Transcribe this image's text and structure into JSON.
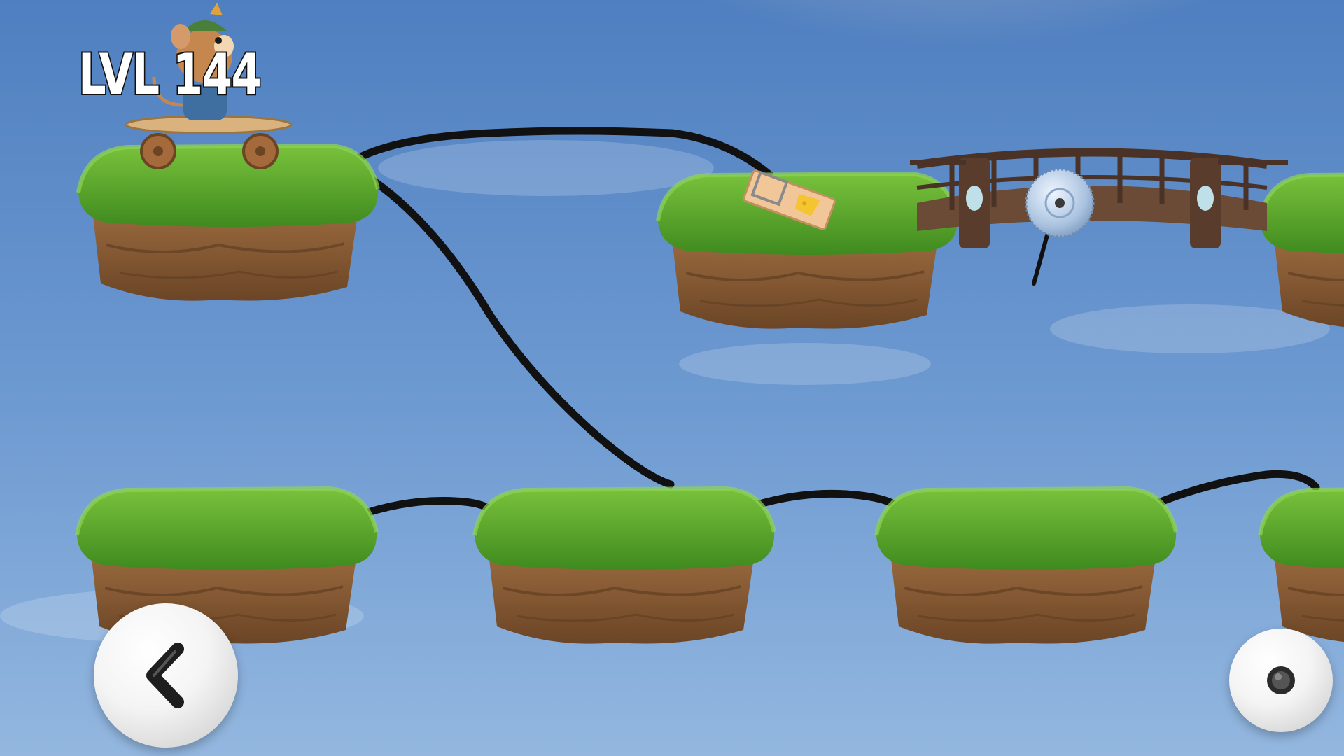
{
  "hud": {
    "level_prefix": "LVL",
    "level_number": "144"
  },
  "controls": {
    "back_icon": "chevron-left-icon",
    "record_icon": "record-dot-icon"
  },
  "scene": {
    "sky_top_color": "#4f7fc0",
    "sky_bottom_color": "#8fb4de",
    "grass_color": "#5fae2e",
    "dirt_color": "#8a5a32",
    "line_color": "#111111",
    "objects": [
      "mouse-on-skateboard",
      "mousetrap-with-cheese",
      "wooden-bridge",
      "circular-saw-blade"
    ]
  }
}
